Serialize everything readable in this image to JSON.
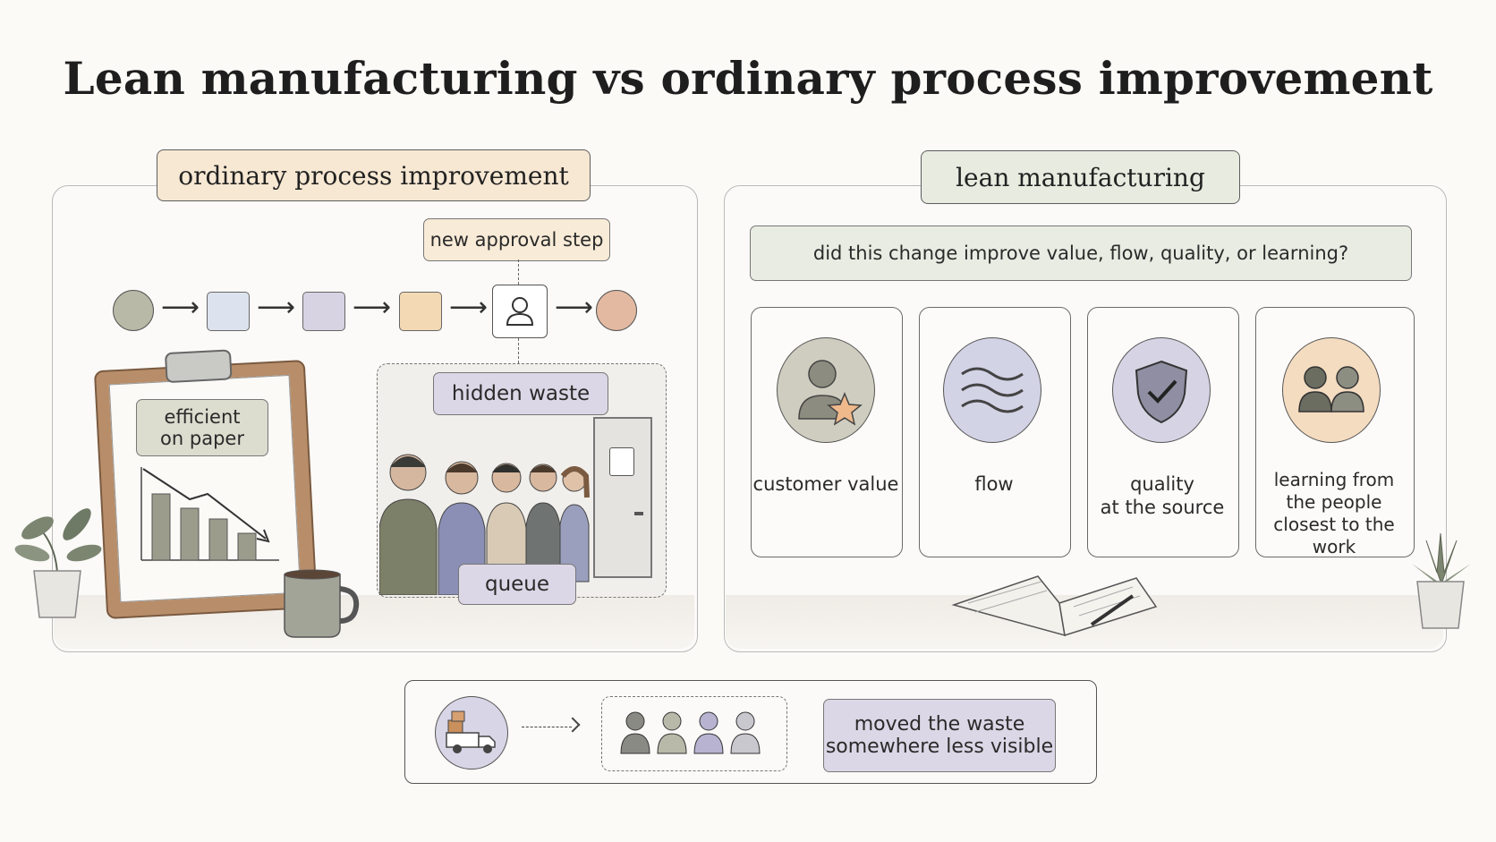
{
  "title": "Lean manufacturing vs ordinary process improvement",
  "left": {
    "tag": "ordinary process improvement",
    "new_step_label": "new approval step",
    "clipboard_label_line1": "efficient",
    "clipboard_label_line2": "on paper",
    "hidden_waste_label": "hidden waste",
    "queue_label": "queue",
    "flow_colors": [
      "#b8b9a6",
      "#dde3ee",
      "#d7d3e3",
      "#f3d9b4",
      "#ffffff",
      "#e3b9a1"
    ]
  },
  "right": {
    "tag": "lean manufacturing",
    "question": "did this change improve value, flow, quality, or learning?",
    "cards": [
      {
        "line1": "customer value",
        "line2": "",
        "line3": "",
        "icon": "person-star-icon",
        "color": "#cfcdbf"
      },
      {
        "line1": "flow",
        "line2": "",
        "line3": "",
        "icon": "waves-icon",
        "color": "#d3d3e6"
      },
      {
        "line1": "quality",
        "line2": "at the source",
        "line3": "",
        "icon": "shield-check-icon",
        "color": "#d6d4e4"
      },
      {
        "line1": "learning from",
        "line2": "the people",
        "line3": "closest to the work",
        "icon": "people-icon",
        "color": "#f4dcc0"
      }
    ]
  },
  "bottom": {
    "result_line1": "moved the waste",
    "result_line2": "somewhere less visible",
    "people_colors": [
      "#8a8a84",
      "#b8b9a8",
      "#b7b3d1",
      "#c9c8cf"
    ]
  }
}
